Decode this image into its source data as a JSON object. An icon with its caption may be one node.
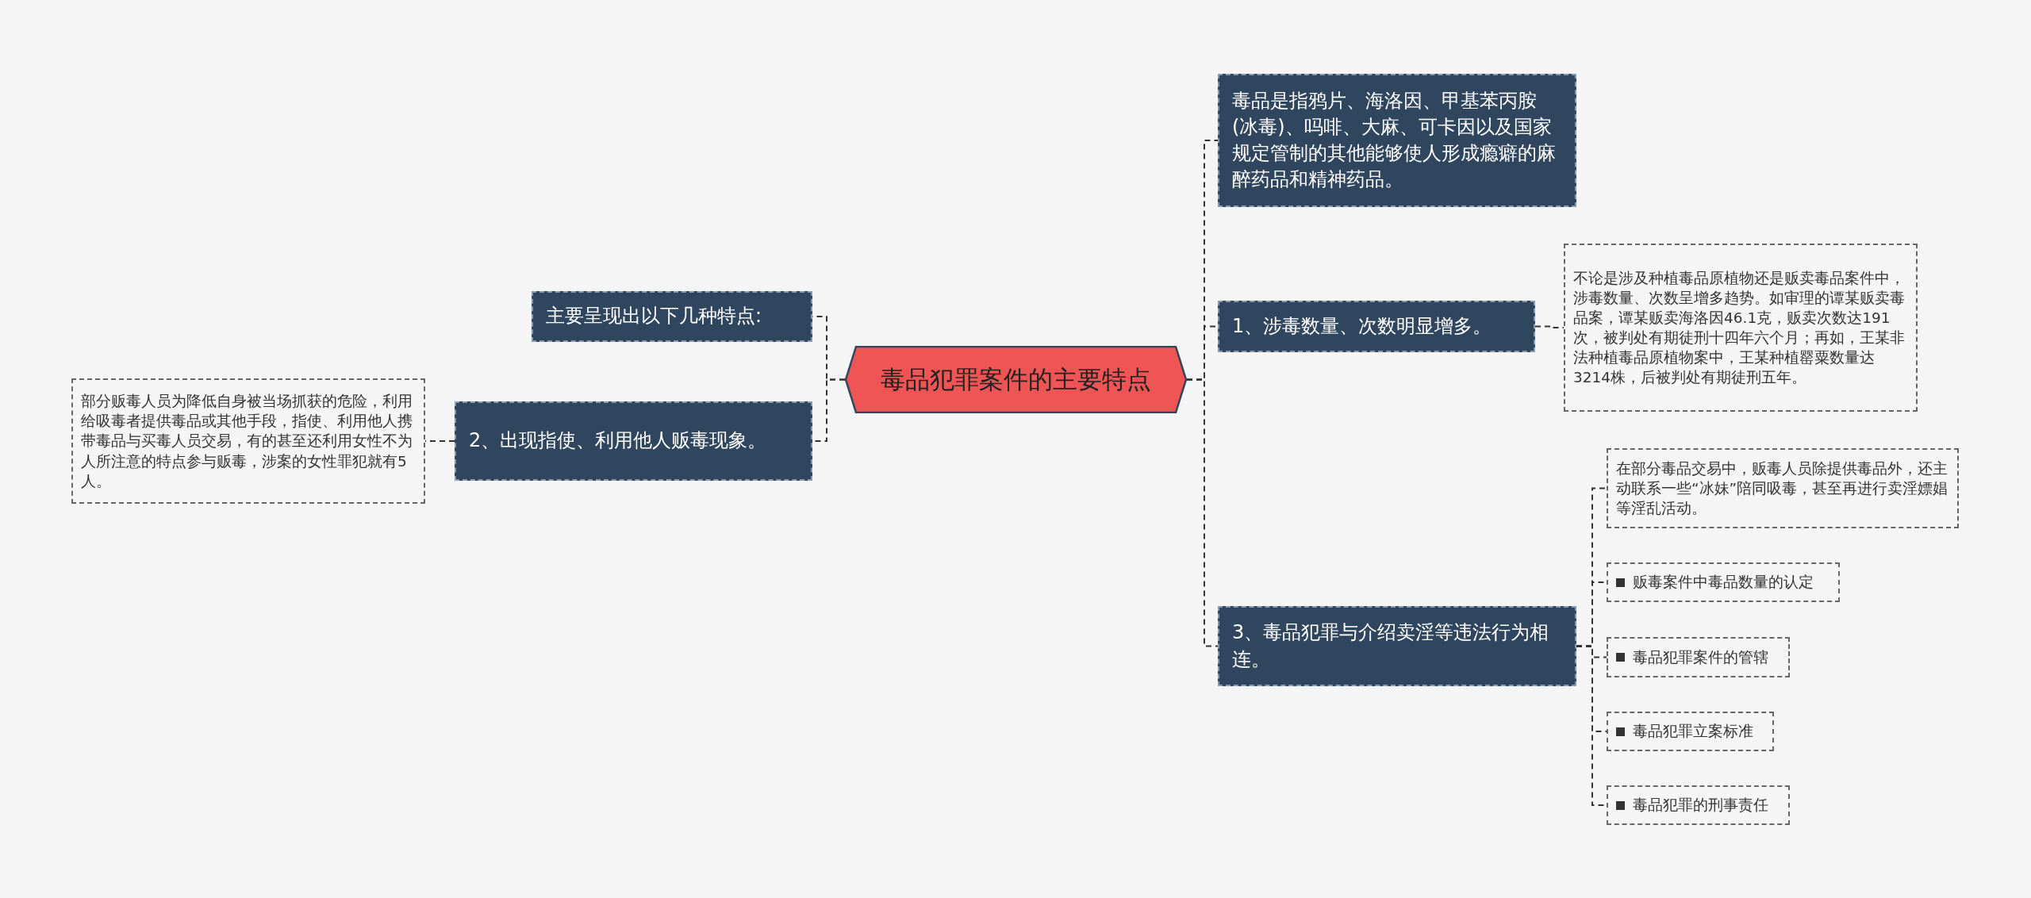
{
  "diagram": {
    "nodes": [
      {
        "text": [
          "毒品犯罪案件的主要特点"
        ]
      },
      {
        "text": [
          "主要呈现出以下几种特点:"
        ]
      },
      {
        "text": [
          "2、出现指使、利用他人贩毒现象。"
        ]
      },
      {
        "text": [
          "部分贩毒人员为降低自身被当场抓获的危险，利用给吸毒者提供毒品或其他手段，指使、利用他人携带毒品与买毒人员交易，有的甚至还利用女性不为人所注意的特点参与贩毒，涉案的女性罪犯就有5人。"
        ]
      },
      {
        "text": [
          "毒品是指鸦片、海洛因、甲基苯丙胺(冰毒)、吗啡、大麻、可卡因以及国家规定管制的其他能够使人形成瘾癖的麻醉药品和精神药品。"
        ]
      },
      {
        "text": [
          "1、涉毒数量、次数明显增多。"
        ]
      },
      {
        "text": [
          "不论是涉及种植毒品原植物还是贩卖毒品案件中，涉毒数量、次数呈增多趋势。如审理的谭某贩卖毒品案，谭某贩卖海洛因46.1克，贩卖次数达191次，被判处有期徒刑十四年六个月；再如，王某非法种植毒品原植物案中，王某种植罂粟数量达3214株，后被判处有期徒刑五年。"
        ]
      },
      {
        "text": [
          "3、毒品犯罪与介绍卖淫等违法行为相连。"
        ]
      },
      {
        "text": [
          "在部分毒品交易中，贩毒人员除提供毒品外，还主动联系一些“冰妹”陪同吸毒，甚至再进行卖淫嫖娼等淫乱活动。"
        ]
      },
      {
        "text": [
          "贩毒案件中毒品数量的认定"
        ]
      },
      {
        "text": [
          "毒品犯罪案件的管辖"
        ]
      },
      {
        "text": [
          "毒品犯罪立案标准"
        ]
      },
      {
        "text": [
          "毒品犯罪的刑事责任"
        ]
      }
    ],
    "edges": [
      {
        "from": 0,
        "to": 1,
        "arrow": "none"
      },
      {
        "from": 0,
        "to": 2,
        "arrow": "none"
      },
      {
        "from": 2,
        "to": 3,
        "arrow": "none"
      },
      {
        "from": 0,
        "to": 4,
        "arrow": "none"
      },
      {
        "from": 0,
        "to": 5,
        "arrow": "none"
      },
      {
        "from": 5,
        "to": 6,
        "arrow": "none"
      },
      {
        "from": 0,
        "to": 7,
        "arrow": "none"
      },
      {
        "from": 7,
        "to": 8,
        "arrow": "none"
      },
      {
        "from": 7,
        "to": 9,
        "arrow": "none"
      },
      {
        "from": 7,
        "to": 10,
        "arrow": "none"
      },
      {
        "from": 7,
        "to": 11,
        "arrow": "none"
      },
      {
        "from": 7,
        "to": 12,
        "arrow": "none"
      }
    ]
  }
}
